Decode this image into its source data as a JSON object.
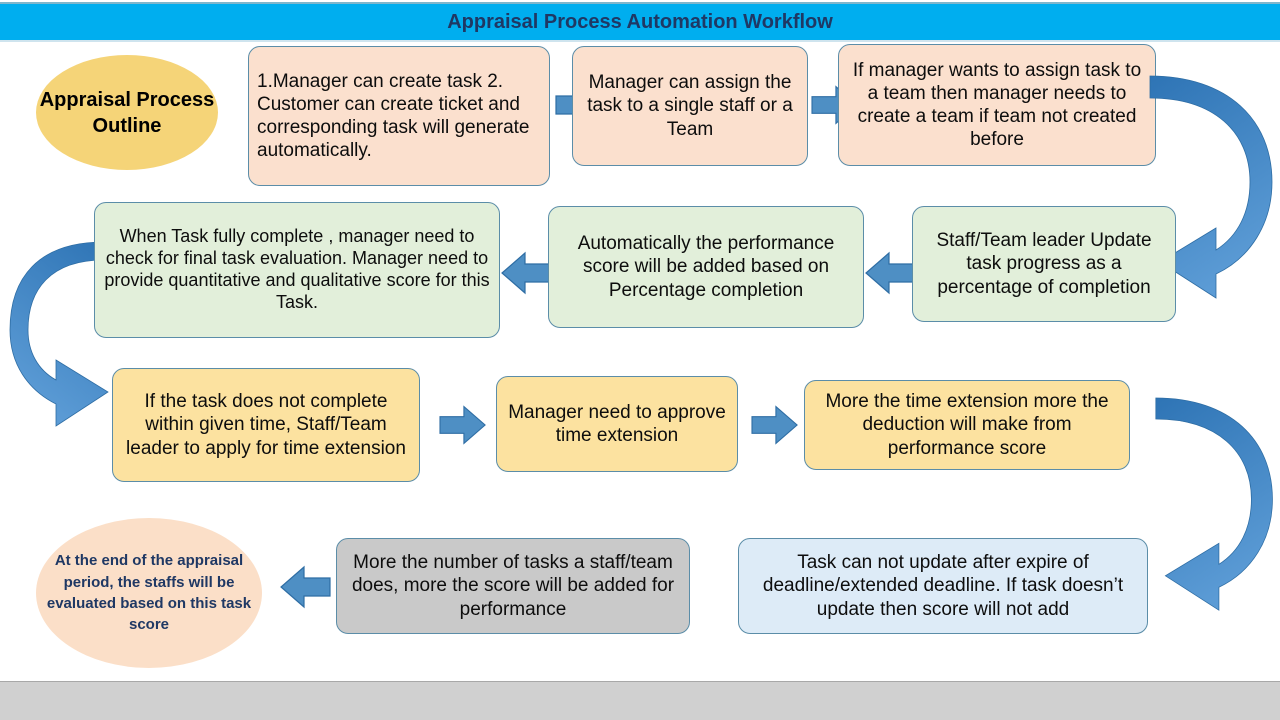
{
  "title": {
    "text": "Appraisal Process Automation Workflow",
    "bar_color": "#00AEEF",
    "text_color": "#1F3864"
  },
  "outline_ellipse": {
    "label": "Appraisal Process Outline",
    "fill": "#F5D478",
    "text_color": "#000000"
  },
  "final_ellipse": {
    "label": "At the end of the appraisal period, the staffs will be evaluated based on this task score",
    "fill": "#FBDFC8",
    "text_color": "#1F3864"
  },
  "row1": {
    "box1": {
      "text": "1.Manager can create task 2. Customer can create ticket and corresponding task will generate automatically.",
      "fill": "#FBE0CE"
    },
    "box2": {
      "text": "Manager can assign the task to a single staff or a Team",
      "fill": "#FBE0CE"
    },
    "box3": {
      "text": "If manager wants to assign task to a team then manager needs to create a team if team not created before",
      "fill": "#FBE0CE"
    }
  },
  "row2": {
    "box1": {
      "text": "When Task fully complete , manager need to check for final task evaluation. Manager need to provide quantitative and qualitative score for this Task.",
      "fill": "#E2EFDA"
    },
    "box2": {
      "text": "Automatically the performance score will be added based on Percentage completion",
      "fill": "#E2EFDA"
    },
    "box3": {
      "text": "Staff/Team leader Update task progress as a percentage of completion",
      "fill": "#E2EFDA"
    }
  },
  "row3": {
    "box1": {
      "text": "If the task does not complete within given time, Staff/Team leader to apply for time extension",
      "fill": "#FCE2A0"
    },
    "box2": {
      "text": "Manager need to approve time extension",
      "fill": "#FCE2A0"
    },
    "box3": {
      "text": "More the time extension more the deduction will make from performance score",
      "fill": "#FCE2A0"
    }
  },
  "row4": {
    "box1": {
      "text": "More the number of tasks a staff/team does, more the score will be added for performance",
      "fill": "#C9C9C9"
    },
    "box2": {
      "text": "Task can not update after expire of deadline/extended deadline. If task doesn’t update then score will not add",
      "fill": "#DDEBF7"
    }
  },
  "arrows": {
    "fill": "#4E8FC4",
    "stroke": "#2E6DA4",
    "curve_dark": "#2E74B5",
    "curve_light": "#5B9BD5",
    "r1_a1": "arrow-right-icon",
    "r1_a2": "arrow-right-icon",
    "r2_a1": "arrow-left-icon",
    "r2_a2": "arrow-left-icon",
    "r3_a1": "arrow-right-icon",
    "r3_a2": "arrow-right-icon",
    "r4_a1": "arrow-left-icon",
    "curve_right_top": "curved-arrow-down-left-icon",
    "curve_left": "curved-arrow-down-right-icon",
    "curve_right_bottom": "curved-arrow-down-left-icon"
  },
  "bottom_strip": {
    "fill": "#D0D0D0"
  }
}
